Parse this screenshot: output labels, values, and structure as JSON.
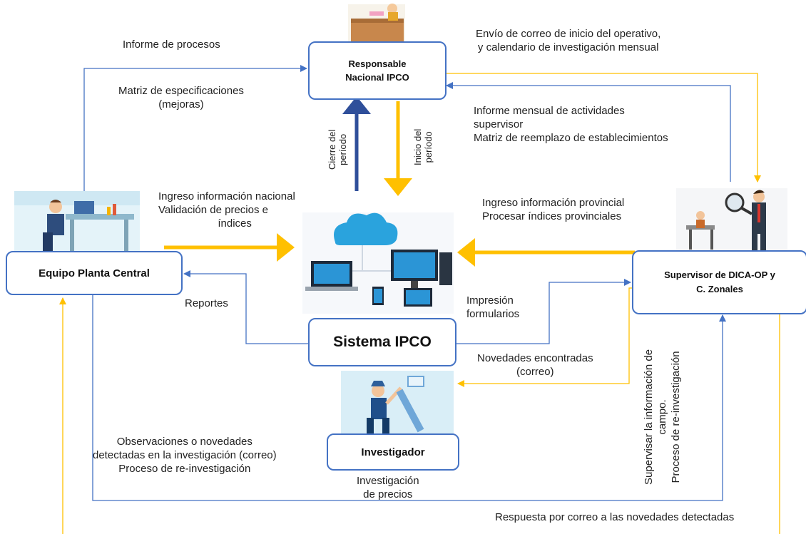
{
  "nodes": {
    "responsable": "Responsable\nNacional IPCO",
    "equipo": "Equipo Planta Central",
    "supervisor": "Supervisor de DICA-OP y\nC. Zonales",
    "sistema": "Sistema IPCO",
    "investigador": "Investigador"
  },
  "labels": {
    "informe_procesos": "Informe de procesos",
    "matriz_especificaciones": "Matriz de especificaciones\n(mejoras)",
    "envio_correo": "Envío de correo de inicio del operativo,\ny calendario de investigación mensual",
    "informe_mensual": "Informe mensual de actividades\nsupervisor\nMatriz de reemplazo de establecimientos",
    "cierre_periodo": "Cierre del\nperíodo",
    "inicio_periodo": "Inicio del\nperíodo",
    "ingreso_nacional": "Ingreso información nacional\nValidación de precios e\n                    índices",
    "ingreso_provincial": "Ingreso información provincial\nProcesar índices provinciales",
    "reportes": "Reportes",
    "impresion": "Impresión\nformularios",
    "novedades": "Novedades encontradas\n(correo)",
    "observaciones": "Observaciones o novedades\ndetectadas en la investigación (correo)\nProceso de re-investigación",
    "investigacion_precios": "Investigación\nde precios",
    "supervisar": "Supervisar la información de\ncampo.\nProceso de re-investigación",
    "respuesta": "Respuesta por correo a las novedades detectadas"
  },
  "icons": [
    "desk-worker-icon",
    "office-worker-icon",
    "supervisor-magnifier-icon",
    "cloud-computers-icon",
    "investigator-icon"
  ],
  "colors": {
    "blue": "#4472c4",
    "navy": "#2f4f9a",
    "gold": "#ffc000"
  }
}
